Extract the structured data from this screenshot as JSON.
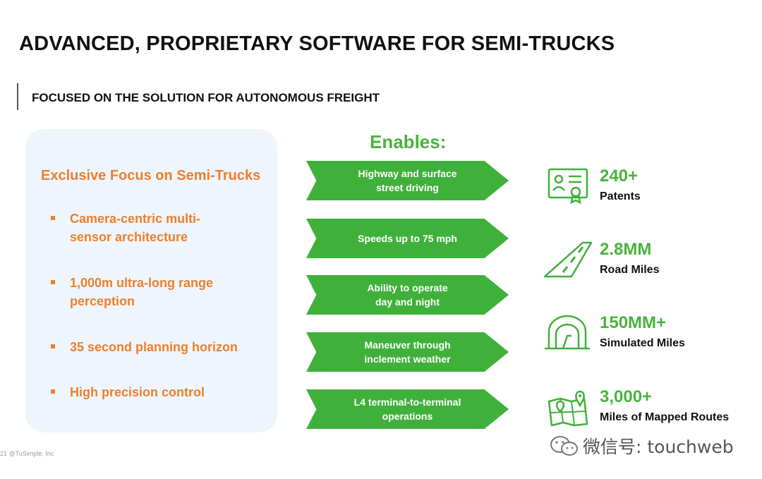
{
  "slide": {
    "title": "ADVANCED, PROPRIETARY SOFTWARE FOR SEMI-TRUCKS",
    "subtitle": "FOCUSED ON THE SOLUTION FOR AUTONOMOUS FREIGHT"
  },
  "focus": {
    "heading": "Exclusive Focus on Semi-Trucks",
    "bullets": [
      "Camera-centric multi-sensor architecture",
      "1,000m ultra-long range perception",
      "35 second planning horizon",
      "High precision control"
    ]
  },
  "enables": {
    "label": "Enables:",
    "items": [
      "Highway and surface street driving",
      "Speeds up to 75 mph",
      "Ability to operate day and night",
      "Maneuver through inclement weather",
      "L4 terminal-to-terminal operations"
    ]
  },
  "stats": [
    {
      "value": "240+",
      "label": "Patents",
      "icon": "certificate-icon"
    },
    {
      "value": "2.8MM",
      "label": "Road Miles",
      "icon": "road-icon"
    },
    {
      "value": "150MM+",
      "label": "Simulated Miles",
      "icon": "tunnel-icon"
    },
    {
      "value": "3,000+",
      "label": "Miles of Mapped Routes",
      "icon": "map-pin-icon"
    }
  ],
  "footer": {
    "copyright": "21 @TuSimple, Inc",
    "watermark": "微信号: touchweb"
  },
  "colors": {
    "accent_orange": "#ef7f2c",
    "accent_green": "#48b33d",
    "arrow_green": "#3fb13b",
    "panel_bg": "#eef5fc"
  }
}
